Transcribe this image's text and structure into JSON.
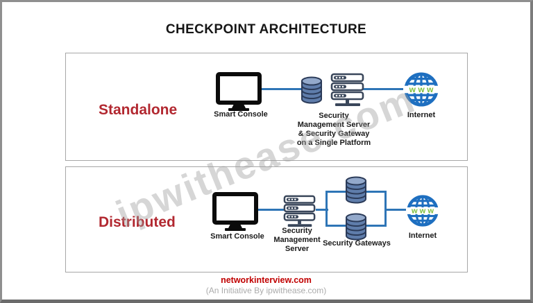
{
  "title": "CHECKPOINT ARCHITECTURE",
  "watermark": "ipwithease.com",
  "sections": {
    "standalone": {
      "label": "Standalone",
      "smart_console_label": "Smart Console",
      "server_label": "Security\nManagement Server\n& Security Gateway\non a Single Platform",
      "internet_label": "Internet",
      "www": "w w w"
    },
    "distributed": {
      "label": "Distributed",
      "smart_console_label": "Smart Console",
      "server_label": "Security\nManagement\nServer",
      "gateways_label": "Security Gateways",
      "internet_label": "Internet",
      "www": "w w w"
    }
  },
  "footer": {
    "site": "networkinterview.com",
    "initiative": "(An Initiative By ipwithease.com)"
  },
  "colors": {
    "section_label_red": "#B22830",
    "footer_red": "#C00000",
    "connector_blue": "#2E75B6",
    "globe_blue": "#1E6FC0",
    "www_green": "#7EBE3E",
    "server_slate": "#39465A",
    "database_blue": "#5F7DAB"
  }
}
